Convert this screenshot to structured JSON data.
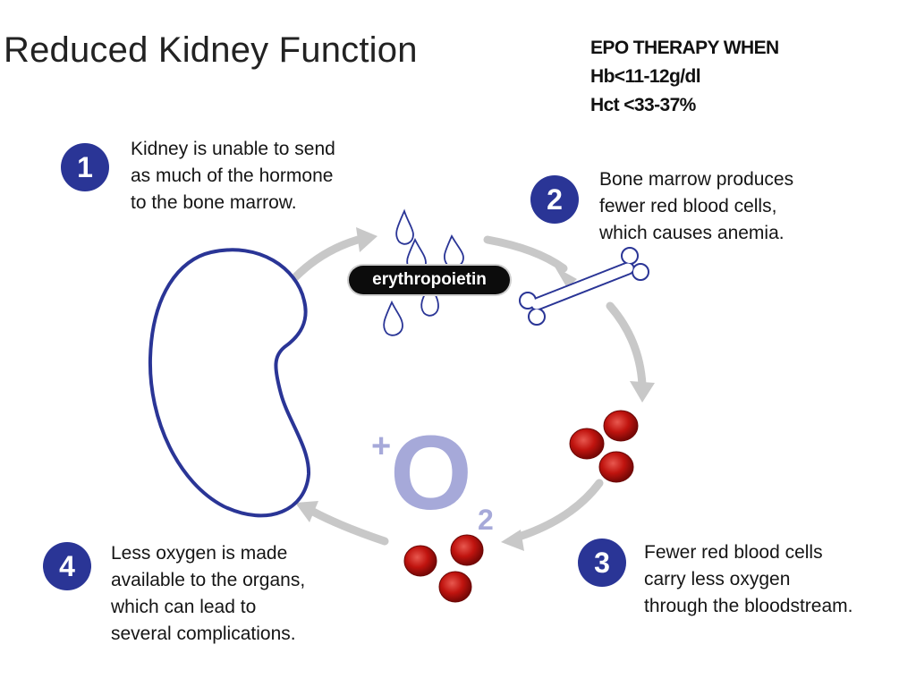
{
  "title": "Reduced Kidney Function",
  "therapy": {
    "line1": "EPO THERAPY WHEN",
    "line2": "Hb<11-12g/dl",
    "line3": "Hct <33-37%"
  },
  "hormone_label": "erythropoietin",
  "oxygen": {
    "plus": "+",
    "symbol": "O",
    "subscript": "2"
  },
  "steps": [
    {
      "number": "1",
      "lines": [
        "Kidney is unable to send",
        "as much of the hormone",
        "to the bone marrow."
      ]
    },
    {
      "number": "2",
      "lines": [
        "Bone marrow produces",
        "fewer red blood cells,",
        "which causes anemia."
      ]
    },
    {
      "number": "3",
      "lines": [
        "Fewer red blood cells",
        "carry less oxygen",
        "through the bloodstream."
      ]
    },
    {
      "number": "4",
      "lines": [
        "Less oxygen is made",
        "available to the organs,",
        "which can lead to",
        "several complications."
      ]
    }
  ],
  "colors": {
    "step_badge": "#2a3596",
    "kidney_outline": "#2a3596",
    "droplet_outline": "#2a3596",
    "arrow": "#c8c8c8",
    "red_cell": "#c0140f",
    "oxygen": "#a6a9d9",
    "hormone_pill": "#0c0c0c"
  },
  "icons": [
    "kidney-icon",
    "droplet-icon",
    "bone-icon",
    "red-blood-cell-icon",
    "cycle-arrow-icon"
  ]
}
